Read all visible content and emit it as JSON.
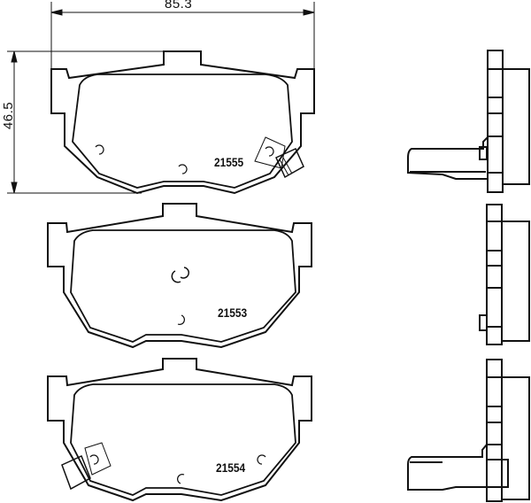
{
  "dimensions": {
    "width_label": "85.3",
    "height_label": "46.5"
  },
  "pads": [
    {
      "part_number": "21555",
      "has_wear_sensor": true,
      "sensor_side": "right"
    },
    {
      "part_number": "21553",
      "has_wear_sensor": false
    },
    {
      "part_number": "21554",
      "has_wear_sensor": true,
      "sensor_side": "left"
    }
  ],
  "colors": {
    "line": "#111111",
    "background": "#ffffff"
  }
}
